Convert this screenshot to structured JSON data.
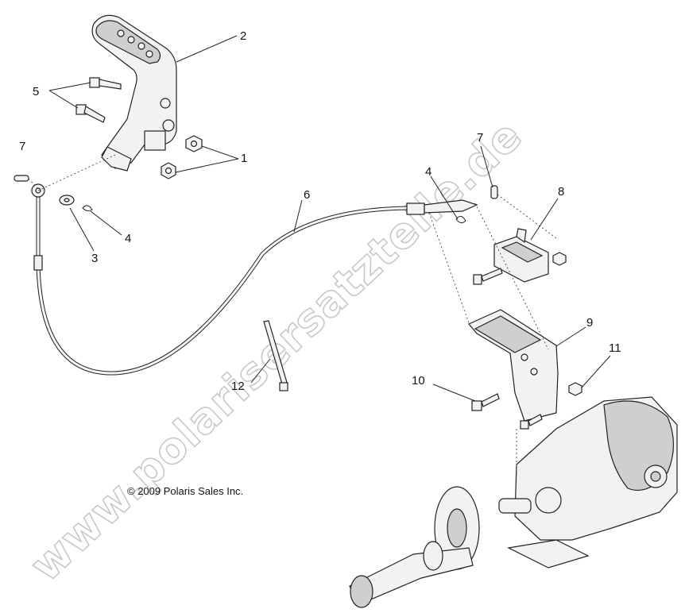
{
  "callouts": {
    "c1": "1",
    "c2": "2",
    "c3": "3",
    "c4a": "4",
    "c4b": "4",
    "c5": "5",
    "c6": "6",
    "c7a": "7",
    "c7b": "7",
    "c8": "8",
    "c9": "9",
    "c10": "10",
    "c11": "11",
    "c12": "12"
  },
  "copyright": "© 2009 Polaris Sales Inc.",
  "watermark": "www.polarisersatzteile.de"
}
